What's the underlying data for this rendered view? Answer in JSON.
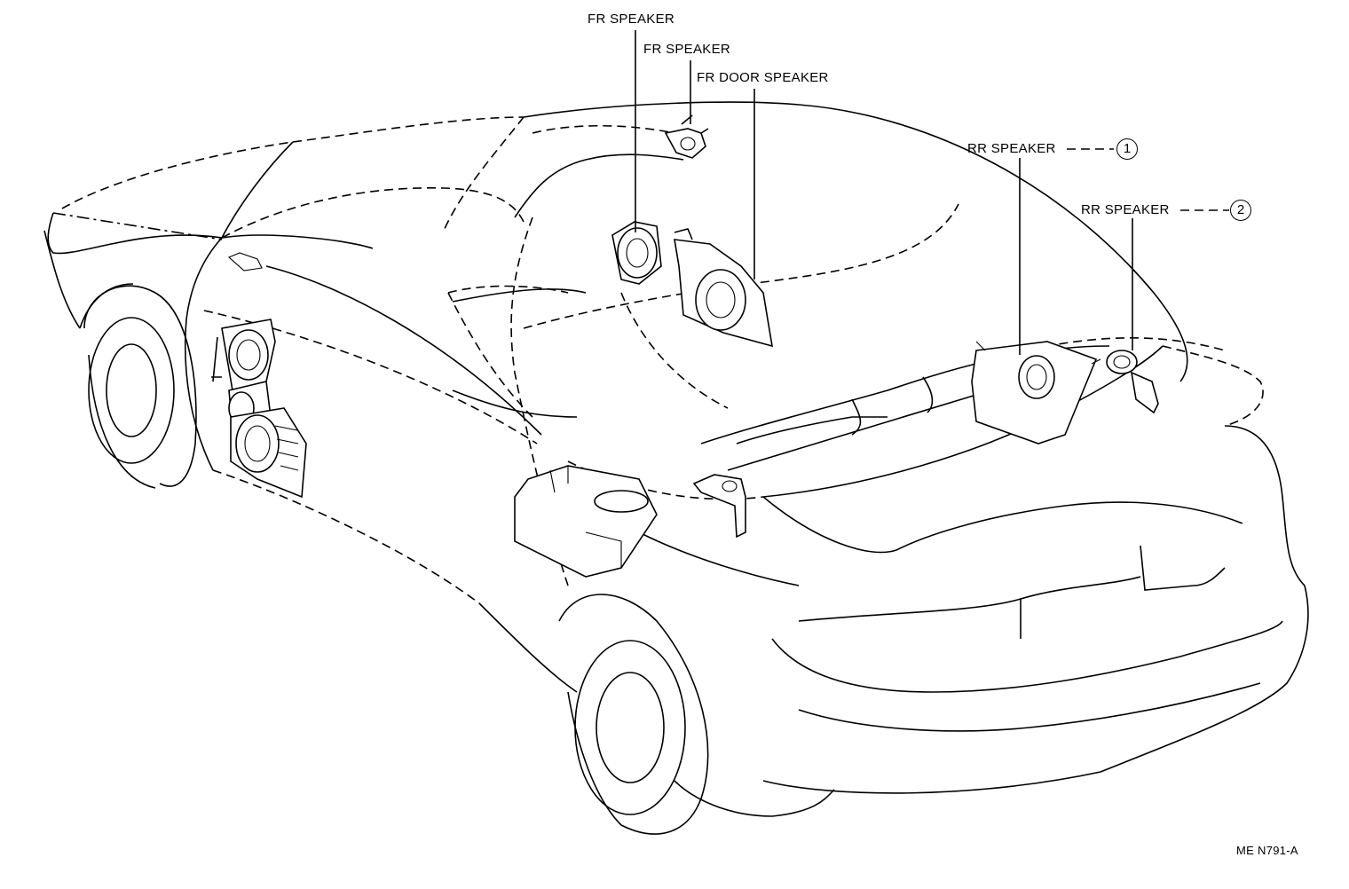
{
  "labels": {
    "fr_speaker_1": "FR SPEAKER",
    "fr_speaker_2": "FR SPEAKER",
    "fr_door_speaker": "FR DOOR SPEAKER",
    "rr_speaker_1": "RR SPEAKER",
    "rr_speaker_2": "RR SPEAKER",
    "rr_speaker_1_num": "1",
    "rr_speaker_2_num": "2"
  },
  "figure_code": "ME N791-A"
}
